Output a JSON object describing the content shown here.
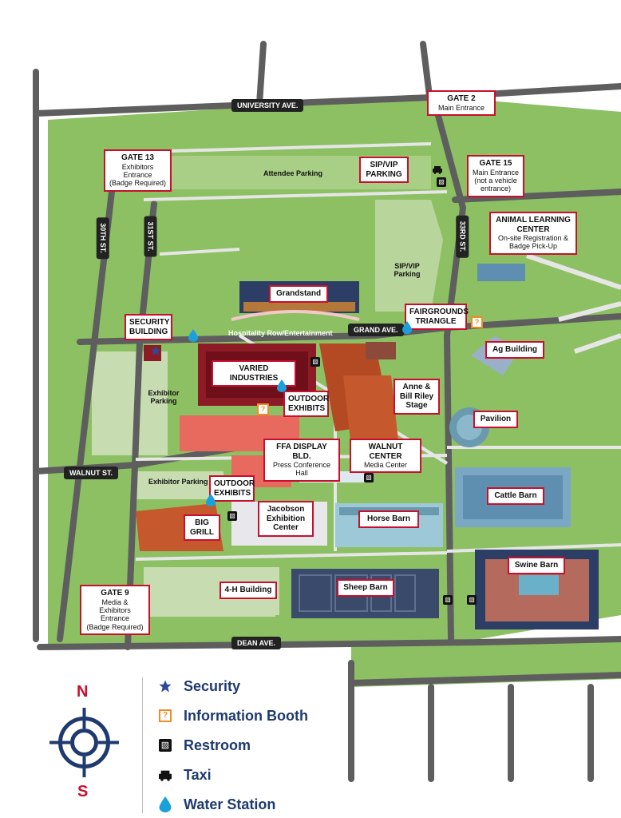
{
  "roads": {
    "university_ave": "UNIVERSITY AVE.",
    "grand_ave": "GRAND AVE.",
    "walnut_st": "WALNUT ST.",
    "dean_ave": "DEAN AVE.",
    "st_30": "30TH ST.",
    "st_31": "31ST ST.",
    "st_33": "33RD ST."
  },
  "gates": {
    "gate2": {
      "title": "GATE 2",
      "sub": "Main Entrance"
    },
    "gate13": {
      "title": "GATE 13",
      "sub1": "Exhibitors",
      "sub2": "Entrance",
      "sub3": "(Badge Required)"
    },
    "gate15": {
      "title": "GATE 15",
      "sub1": "Main Entrance",
      "sub2": "(not a vehicle",
      "sub3": "entrance)"
    },
    "gate9": {
      "title": "GATE 9",
      "sub1": "Media &",
      "sub2": "Exhibitors Entrance",
      "sub3": "(Badge Required)"
    }
  },
  "places": {
    "sip_vip_parking_box": "SIP/VIP PARKING",
    "animal_learning_center": "ANIMAL LEARNING CENTER",
    "animal_learning_center_sub": "On-site Registration & Badge Pick-Up",
    "grandstand": "Grandstand",
    "security_building": "SECURITY BUILDING",
    "fairgrounds_triangle": "FAIRGROUNDS TRIANGLE",
    "ag_building": "Ag Building",
    "varied_industries": "VARIED INDUSTRIES",
    "outdoor_exhibits_1": "OUTDOOR EXHIBITS",
    "anne_bill_riley": "Anne & Bill Riley Stage",
    "pavilion": "Pavilion",
    "ffa_display": "FFA DISPLAY BLD.",
    "ffa_display_sub": "Press Conference Hall",
    "walnut_center": "WALNUT CENTER",
    "walnut_center_sub": "Media Center",
    "cattle_barn": "Cattle Barn",
    "outdoor_exhibits_2": "OUTDOOR EXHIBITS",
    "jacobson": "Jacobson Exhibition Center",
    "horse_barn": "Horse Barn",
    "big_grill": "BIG GRILL",
    "swine_barn": "Swine Barn",
    "four_h": "4-H Building",
    "sheep_barn": "Sheep Barn"
  },
  "plain_labels": {
    "attendee_parking": "Attendee Parking",
    "sip_vip_parking": "SIP/VIP Parking",
    "hospitality_row": "Hospitality Row/Entertainment",
    "exhibitor_parking_1": "Exhibitor Parking",
    "exhibitor_parking_2": "Exhibitor Parking"
  },
  "legend": [
    {
      "icon": "star-icon",
      "label": "Security"
    },
    {
      "icon": "info-booth-icon",
      "label": "Information Booth"
    },
    {
      "icon": "restroom-icon",
      "label": "Restroom"
    },
    {
      "icon": "taxi-icon",
      "label": "Taxi"
    },
    {
      "icon": "water-drop-icon",
      "label": "Water Station"
    }
  ],
  "compass": {
    "north": "N",
    "south": "S"
  },
  "colors": {
    "accent_red": "#c8102e",
    "legend_navy": "#1e3a6e",
    "grass": "#8cc063",
    "road": "#5e5e5e",
    "water_blue": "#1ca0dc",
    "info_orange": "#f08a24"
  }
}
